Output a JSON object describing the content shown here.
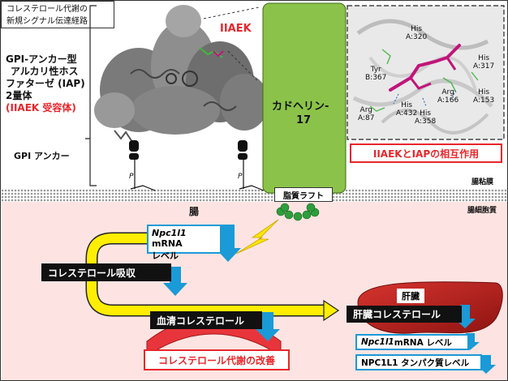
{
  "labels": {
    "enzyme_title_1": "GPI-アンカー型",
    "enzyme_title_2": "アルカリ性ホス",
    "enzyme_title_3": "ファターゼ (IAP)",
    "enzyme_title_4": "2量体",
    "enzyme_title_5": "(IIAEK 受容体)",
    "gpi_anchor": "GPI アンカー",
    "iiaek_tag": "IIAEK",
    "cadherin_1": "カドヘリン-",
    "cadherin_2": "17",
    "p_letter": "P",
    "interaction_title": "IIAEKとIAPの相互作用",
    "lipid_raft": "脂質ラフト",
    "mucosa": "腸粘膜",
    "intestinal_cell": "腸細胞質",
    "intestine": "腸",
    "npc_gene": "Npc1l1",
    "mrna": " mRNA",
    "level": "レベル",
    "chol_signal_1": "コレステロール代謝の",
    "chol_signal_2": "新規シグナル伝達経路",
    "chol_absorption": "コレステロール吸収",
    "serum_chol": "血清コレステロール",
    "improve": "コレステロール代謝の改善",
    "liver": "肝臓",
    "liver_chol": "肝臓コレステロール",
    "liver_mrna": " mRNA レベル",
    "npc_protein": "NPC1L1 タンパク質レベル"
  },
  "residues": [
    {
      "name": "His",
      "id": "A:320"
    },
    {
      "name": "His",
      "id": "A:317"
    },
    {
      "name": "Tyr",
      "id": "B:367"
    },
    {
      "name": "Arg",
      "id": "A:166"
    },
    {
      "name": "His",
      "id": "A:153"
    },
    {
      "name": "His",
      "id": "A:432"
    },
    {
      "name": "Arg",
      "id": "A:87"
    },
    {
      "name": "His",
      "id": "A:358"
    }
  ],
  "colors": {
    "red": "#e8262b",
    "green": "#8bc34a",
    "blue": "#1a9ad6",
    "yellow": "#ffee00",
    "pink": "#fde4e2",
    "magenta": "#c0157a"
  }
}
